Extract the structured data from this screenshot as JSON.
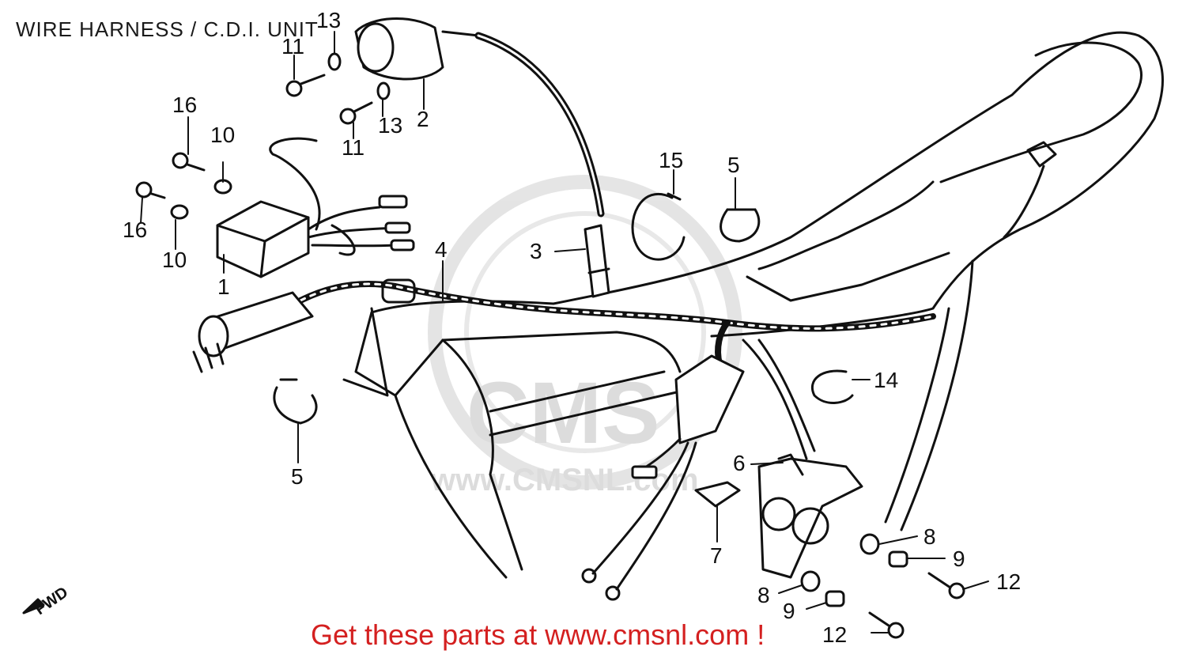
{
  "title": "WIRE HARNESS / C.D.I. UNIT",
  "promo": "Get these parts at www.cmsnl.com !",
  "watermark": {
    "brand": "CMS",
    "url": "www.CMSNL.com"
  },
  "fwd_label": "FWD",
  "callouts": {
    "c1": "1",
    "c2": "2",
    "c3": "3",
    "c4": "4",
    "c5a": "5",
    "c5b": "5",
    "c6": "6",
    "c7": "7",
    "c8a": "8",
    "c8b": "8",
    "c9a": "9",
    "c9b": "9",
    "c10a": "10",
    "c10b": "10",
    "c11a": "11",
    "c11b": "11",
    "c12a": "12",
    "c12b": "12",
    "c13a": "13",
    "c13b": "13",
    "c14": "14",
    "c15": "15",
    "c16a": "16",
    "c16b": "16"
  },
  "colors": {
    "line": "#111111",
    "promo": "#d42020",
    "watermark": "#d9d9d9"
  }
}
